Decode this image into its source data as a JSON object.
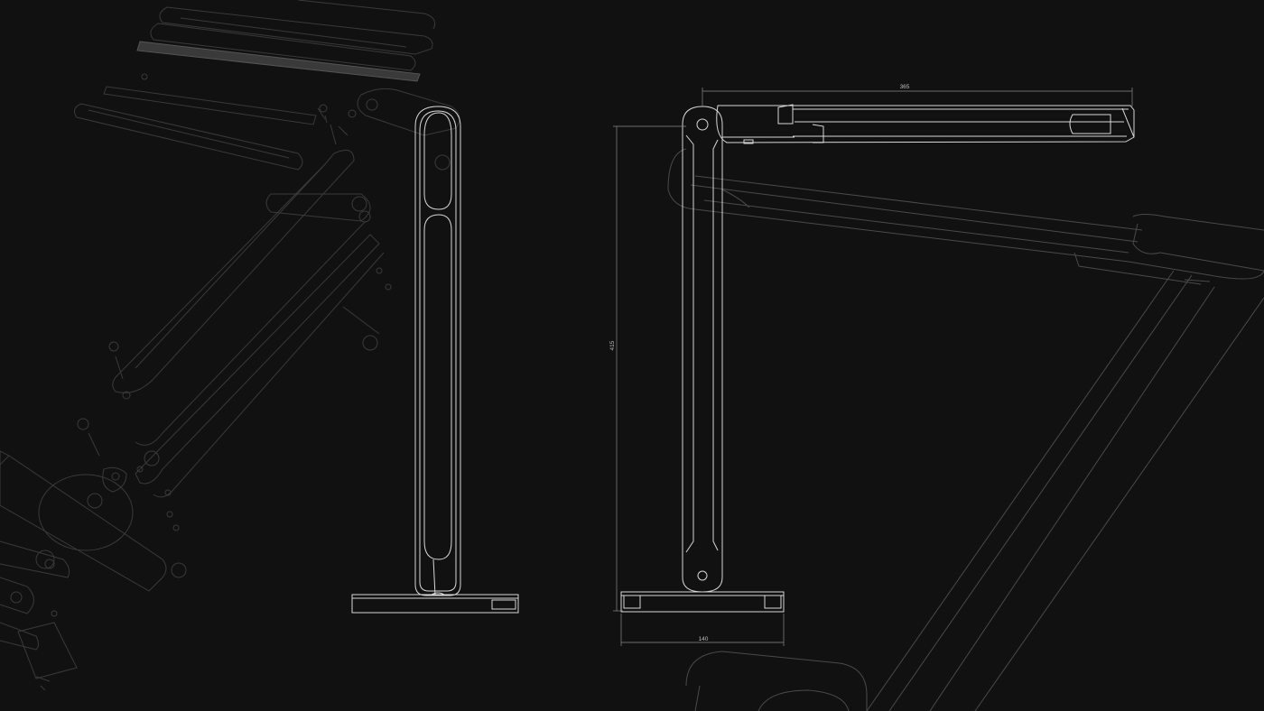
{
  "colors": {
    "background": "#111111",
    "line_bright": "#d8d8d8",
    "line_faint": "#3a3a3a",
    "dimension": "#8a8a8a"
  },
  "dimensions": {
    "arm_length": "365",
    "height": "415",
    "base_width": "140"
  }
}
